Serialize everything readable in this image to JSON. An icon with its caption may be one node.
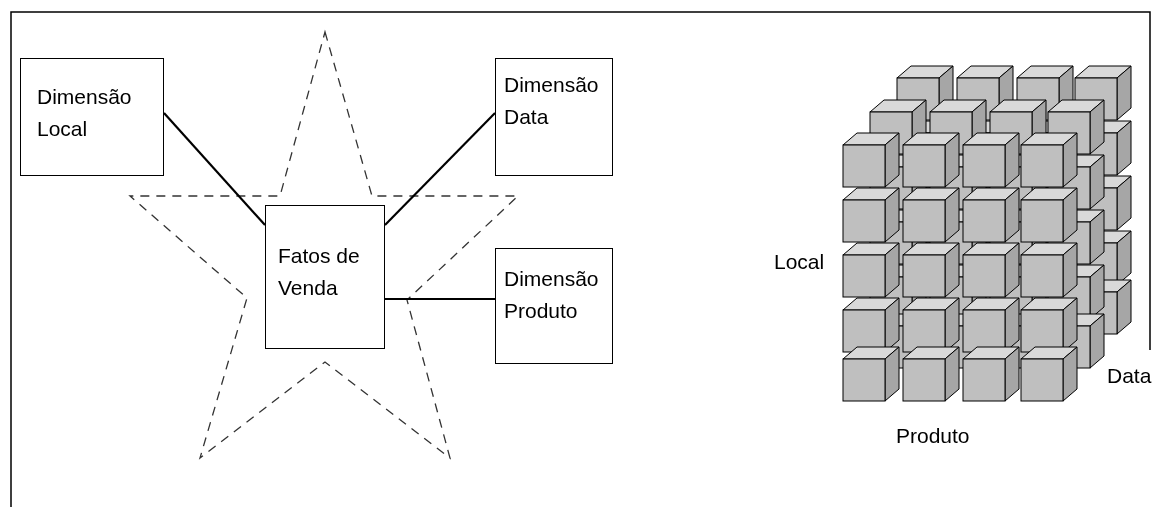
{
  "diagram": {
    "nodes": [
      {
        "text": [
          "Dimensão Local"
        ]
      },
      {
        "text": [
          "Dimensão Data"
        ]
      },
      {
        "text": [
          "Fatos de Venda"
        ]
      },
      {
        "text": [
          "Dimensão Produto"
        ]
      }
    ],
    "edges": [
      {
        "from": 0,
        "to": 2,
        "arrow": "none"
      },
      {
        "from": 1,
        "to": 2,
        "arrow": "none"
      },
      {
        "from": 2,
        "to": 3,
        "arrow": "none"
      }
    ],
    "labels": [
      "Local",
      "Data",
      "Produto"
    ]
  }
}
